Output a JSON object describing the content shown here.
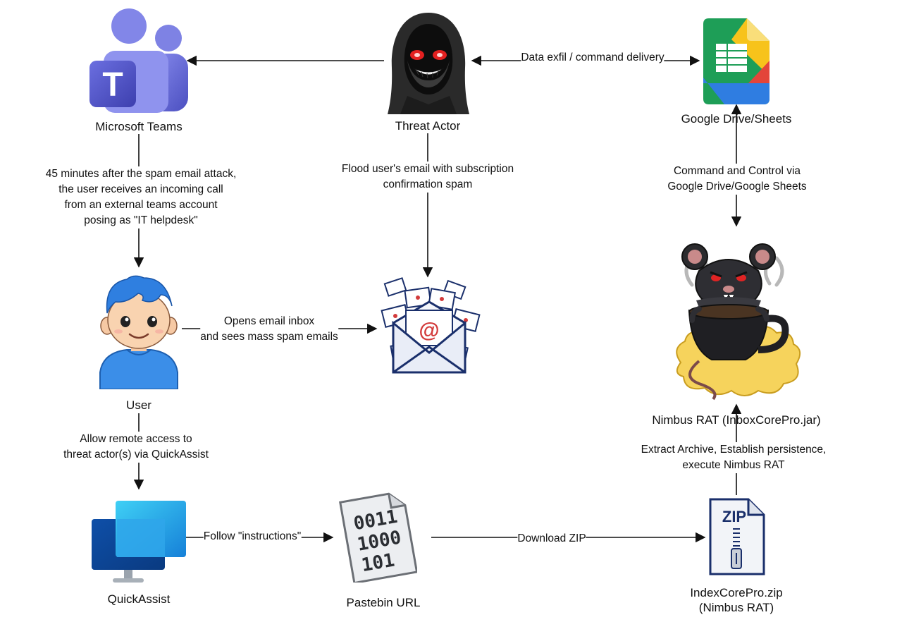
{
  "nodes": {
    "teams": {
      "label": "Microsoft Teams",
      "icon": "microsoft-teams-icon"
    },
    "threat_actor": {
      "label": "Threat Actor",
      "icon": "hooded-hacker-icon"
    },
    "google": {
      "label": "Google Drive/Sheets",
      "icon": "google-sheets-icon"
    },
    "user": {
      "label": "User",
      "icon": "user-avatar-icon"
    },
    "spam": {
      "label": "",
      "icon": "spam-envelope-icon"
    },
    "nimbus": {
      "label": "Nimbus RAT (InboxCorePro.jar)",
      "icon": "rat-coffee-cup-icon"
    },
    "quickassist": {
      "label": "QuickAssist",
      "icon": "quickassist-monitor-icon"
    },
    "pastebin": {
      "label": "Pastebin URL",
      "icon": "binary-document-icon"
    },
    "zip": {
      "label_line1": "IndexCorePro.zip",
      "label_line2": "(Nimbus RAT)",
      "icon": "zip-file-icon"
    }
  },
  "edges": {
    "exfil": "Data exfil / command delivery",
    "teams_call": "45 minutes after the spam email attack,\nthe user receives an incoming call\nfrom an external teams account\nposing as \"IT helpdesk\"",
    "flood": "Flood user's email with subscription\nconfirmation spam",
    "c2": "Command and Control via\nGoogle Drive/Google Sheets",
    "inbox": "Opens email inbox\nand sees mass spam emails",
    "remote": "Allow remote access to\nthreat actor(s) via QuickAssist",
    "extract": "Extract Archive, Establish persistence, execute Nimbus RAT",
    "instructions": "Follow \"instructions\"",
    "download": "Download ZIP"
  },
  "icon_glyphs": {
    "teams_letter": "T",
    "zip_text": "ZIP",
    "binary_lines": [
      "0011",
      "1000",
      "101"
    ],
    "at_sign": "@"
  },
  "colors": {
    "line": "#111111",
    "teams_purple": "#5b5fc7",
    "sheets_green": "#1e9e57",
    "sheets_yellow": "#f7c31b",
    "sheets_blue": "#2f7de1",
    "sheets_red": "#e3453a",
    "quickassist_blue": "#1464c8",
    "user_blue": "#2c7be5",
    "envelope_red": "#d33b3b",
    "envelope_navy": "#1a2f6b"
  }
}
